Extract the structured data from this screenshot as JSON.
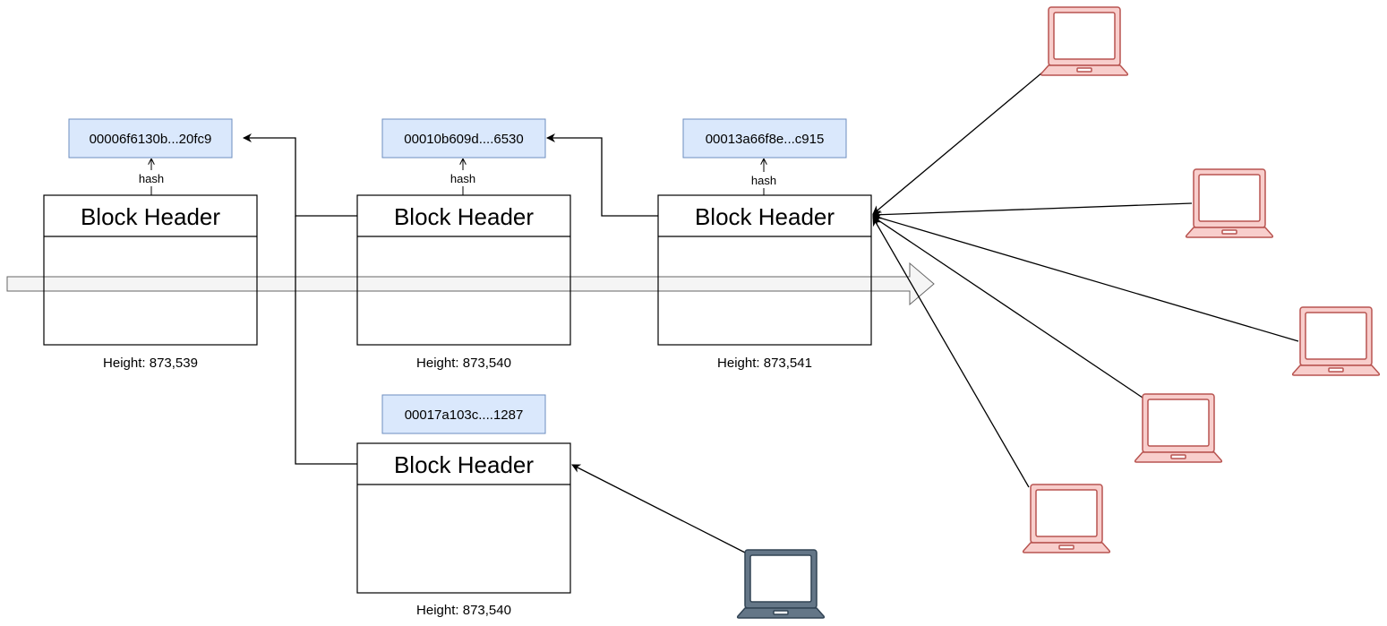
{
  "header_label": "Block Header",
  "hash_label": "hash",
  "blocks": [
    {
      "hash": "00006f6130b...20fc9",
      "height": "Height: 873,539"
    },
    {
      "hash": "00010b609d....6530",
      "height": "Height: 873,540"
    },
    {
      "hash": "00013a66f8e...c915",
      "height": "Height: 873,541"
    },
    {
      "hash": "00017a103c....1287",
      "height": "Height: 873,540"
    }
  ],
  "colors": {
    "hash_fill": "#dae8fc",
    "hash_stroke": "#6c8ebf",
    "peer_fill": "#f8cecc",
    "peer_stroke": "#b85450",
    "miner_fill": "#647687",
    "miner_stroke": "#314354",
    "arrow_fill": "#f5f5f5",
    "arrow_stroke": "#666666"
  },
  "icons": {
    "peer": "laptop-icon",
    "miner": "laptop-icon"
  }
}
